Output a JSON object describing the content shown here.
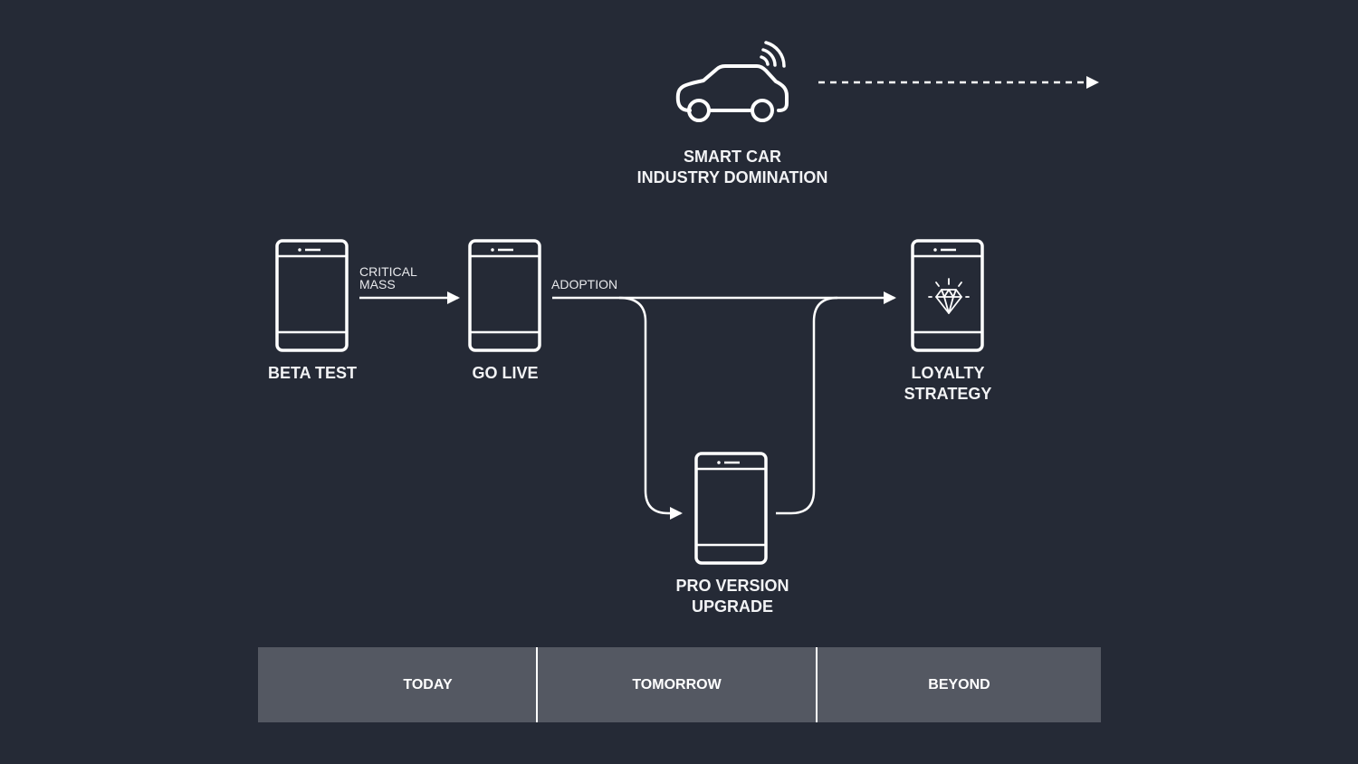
{
  "diagram": {
    "title_node": {
      "icon": "connected-car-icon",
      "line1": "SMART CAR",
      "line2": "INDUSTRY DOMINATION"
    },
    "nodes": [
      {
        "id": "beta-test",
        "icon": "smartphone-icon",
        "label": "BETA TEST"
      },
      {
        "id": "go-live",
        "icon": "smartphone-icon",
        "label": "GO LIVE"
      },
      {
        "id": "pro-version",
        "icon": "smartphone-icon",
        "label_line1": "PRO VERSION",
        "label_line2": "UPGRADE"
      },
      {
        "id": "loyalty",
        "icon": "smartphone-diamond-icon",
        "label_line1": "LOYALTY",
        "label_line2": "STRATEGY"
      }
    ],
    "edges": [
      {
        "from": "beta-test",
        "to": "go-live",
        "label_line1": "CRITICAL",
        "label_line2": "MASS"
      },
      {
        "from": "go-live",
        "to": "loyalty",
        "label": "ADOPTION"
      },
      {
        "from": "go-live",
        "to": "pro-version",
        "label": ""
      },
      {
        "from": "pro-version",
        "to": "loyalty",
        "label": ""
      },
      {
        "from": "smart-car",
        "to": "future",
        "style": "dashed",
        "label": ""
      }
    ],
    "colors": {
      "background": "#252a36",
      "stroke": "#ffffff",
      "timeline": "#545862"
    }
  },
  "timeline": {
    "segments": [
      "TODAY",
      "TOMORROW",
      "BEYOND"
    ]
  }
}
